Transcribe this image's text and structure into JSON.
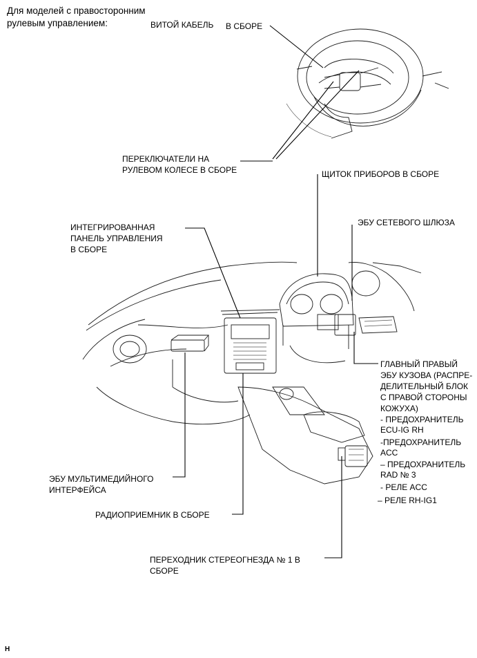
{
  "header": {
    "line1": "Для моделей с правосторонним",
    "line2": "рулевым управлением:"
  },
  "labels": {
    "spiral_cable_a": "ВИТОЙ КАБЕЛЬ",
    "spiral_cable_b": "В СБОРЕ",
    "wheel_switch_1": "ПЕРЕКЛЮЧАТЕЛИ НА",
    "wheel_switch_2": "РУЛЕВОМ КОЛЕСЕ В СБОРЕ",
    "meter": "ЩИТОК ПРИБОРОВ В СБОРЕ",
    "gateway": "ЭБУ СЕТЕВОГО ШЛЮЗА",
    "panel_1": "ИНТЕГРИРОВАННАЯ",
    "panel_2": "ПАНЕЛЬ УПРАВЛЕНИЯ",
    "panel_3": "В СБОРЕ",
    "body_ecu_1": "ГЛАВНЫЙ ПРАВЫЙ",
    "body_ecu_2": "ЭБУ КУЗОВА (РАСПРЕ-",
    "body_ecu_3": "ДЕЛИТЕЛЬНЫЙ БЛОК",
    "body_ecu_4": "С ПРАВОЙ СТОРОНЫ",
    "body_ecu_5": "КОЖУХА)",
    "fuse_1a": "- ПРЕДОХРАНИТЕЛЬ",
    "fuse_1b": "ECU-IG RH",
    "fuse_2a": "-ПРЕДОХРАНИТЕЛЬ",
    "fuse_2b": "ACC",
    "fuse_3a": "– ПРЕДОХРАНИТЕЛЬ",
    "fuse_3b": "RAD № 3",
    "relay_acc": "- РЕЛЕ ACC",
    "relay_rhig1": "– РЕЛЕ RH-IG1",
    "multimedia_1": "ЭБУ МУЛЬТИМЕДИЙНОГО",
    "multimedia_2": "ИНТЕРФЕЙСА",
    "radio": "РАДИОПРИЕМНИК В СБОРЕ",
    "stereo_1": "ПЕРЕХОДНИК СТЕРЕОГНЕЗДА № 1 В",
    "stereo_2": "СБОРЕ"
  },
  "figure_code": "H"
}
